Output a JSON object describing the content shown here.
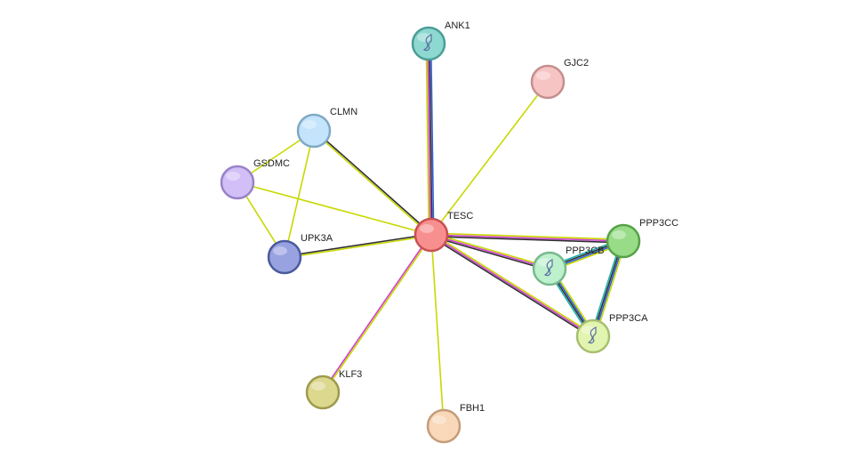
{
  "network": {
    "nodes": [
      {
        "id": "TESC",
        "label": "TESC",
        "fill": "#f88f8f",
        "stroke": "#c85050",
        "icon": ""
      },
      {
        "id": "ANK1",
        "label": "ANK1",
        "fill": "#8dd8d0",
        "stroke": "#4a9e96",
        "icon": "protein-structure-icon"
      },
      {
        "id": "GJC2",
        "label": "GJC2",
        "fill": "#f7c4c4",
        "stroke": "#c58f8f",
        "icon": ""
      },
      {
        "id": "CLMN",
        "label": "CLMN",
        "fill": "#c4e4fb",
        "stroke": "#7fa9c4",
        "icon": ""
      },
      {
        "id": "GSDMC",
        "label": "GSDMC",
        "fill": "#d2bff7",
        "stroke": "#9882c8",
        "icon": ""
      },
      {
        "id": "UPK3A",
        "label": "UPK3A",
        "fill": "#98a2e0",
        "stroke": "#4b5a9e",
        "icon": ""
      },
      {
        "id": "PPP3CC",
        "label": "PPP3CC",
        "fill": "#98dc88",
        "stroke": "#56a248",
        "icon": ""
      },
      {
        "id": "PPP3CB",
        "label": "PPP3CB",
        "fill": "#bdf0cc",
        "stroke": "#78b88c",
        "icon": "protein-structure-icon"
      },
      {
        "id": "PPP3CA",
        "label": "PPP3CA",
        "fill": "#e2f5b0",
        "stroke": "#a8bf70",
        "icon": "protein-structure-icon"
      },
      {
        "id": "KLF3",
        "label": "KLF3",
        "fill": "#dcd88e",
        "stroke": "#9e9a4c",
        "icon": ""
      },
      {
        "id": "FBH1",
        "label": "FBH1",
        "fill": "#f8d8b8",
        "stroke": "#c49c78",
        "icon": ""
      }
    ],
    "edges": [
      {
        "source": "TESC",
        "target": "ANK1",
        "colors": [
          "#c8d800",
          "#d040d0",
          "#303030",
          "#3060d0"
        ]
      },
      {
        "source": "TESC",
        "target": "GJC2",
        "colors": [
          "#c8d800"
        ]
      },
      {
        "source": "TESC",
        "target": "CLMN",
        "colors": [
          "#c8d800",
          "#303030"
        ]
      },
      {
        "source": "TESC",
        "target": "GSDMC",
        "colors": [
          "#c8d800"
        ]
      },
      {
        "source": "TESC",
        "target": "UPK3A",
        "colors": [
          "#c8d800",
          "#303030"
        ]
      },
      {
        "source": "TESC",
        "target": "PPP3CC",
        "colors": [
          "#c8d800",
          "#d040d0",
          "#303030"
        ]
      },
      {
        "source": "TESC",
        "target": "PPP3CB",
        "colors": [
          "#c8d800",
          "#d040d0",
          "#303030"
        ]
      },
      {
        "source": "TESC",
        "target": "PPP3CA",
        "colors": [
          "#c8d800",
          "#d040d0",
          "#303030"
        ]
      },
      {
        "source": "TESC",
        "target": "KLF3",
        "colors": [
          "#c8d800",
          "#d040d0"
        ]
      },
      {
        "source": "TESC",
        "target": "FBH1",
        "colors": [
          "#c8d800"
        ]
      },
      {
        "source": "CLMN",
        "target": "GSDMC",
        "colors": [
          "#c8d800"
        ]
      },
      {
        "source": "CLMN",
        "target": "UPK3A",
        "colors": [
          "#c8d800"
        ]
      },
      {
        "source": "GSDMC",
        "target": "UPK3A",
        "colors": [
          "#c8d800"
        ]
      },
      {
        "source": "PPP3CC",
        "target": "PPP3CB",
        "colors": [
          "#c8d800",
          "#3060d0",
          "#303030",
          "#20b0b0"
        ]
      },
      {
        "source": "PPP3CC",
        "target": "PPP3CA",
        "colors": [
          "#c8d800",
          "#3060d0",
          "#303030",
          "#20b0b0"
        ]
      },
      {
        "source": "PPP3CB",
        "target": "PPP3CA",
        "colors": [
          "#c8d800",
          "#3060d0",
          "#303030",
          "#20b0b0"
        ]
      }
    ]
  }
}
